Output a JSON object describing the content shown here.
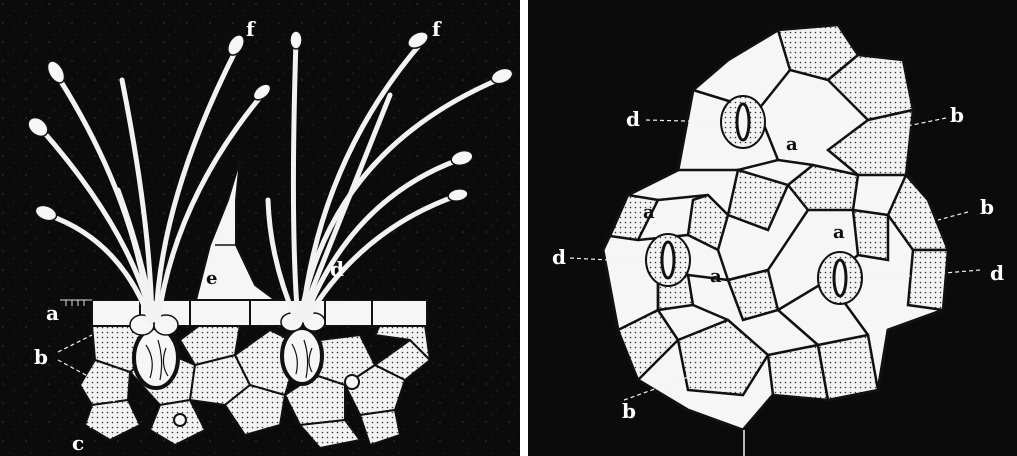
{
  "left_figure": {
    "labels": {
      "a": "a",
      "b": "b",
      "c": "c",
      "d": "d",
      "e": "e",
      "f1": "f",
      "f2": "f"
    }
  },
  "right_figure": {
    "labels": {
      "d1": "d",
      "d2": "d",
      "d3": "d",
      "b1": "b",
      "b2": "b",
      "b3": "b",
      "a1": "a",
      "a2": "a",
      "a3": "a",
      "a4": "a"
    }
  },
  "colors": {
    "background": "#0b0b0b",
    "paper": "#f4f4f4",
    "ink": "#111111"
  }
}
